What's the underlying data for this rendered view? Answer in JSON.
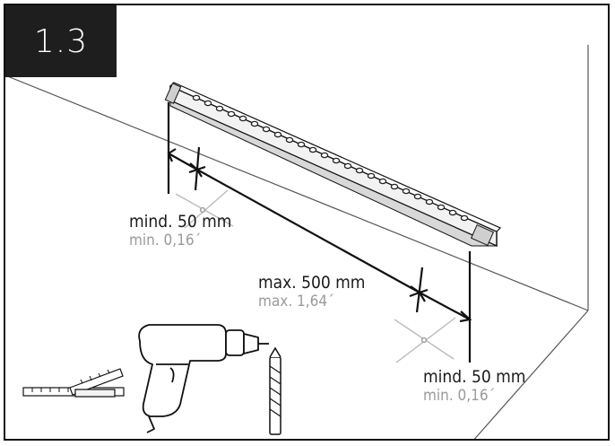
{
  "step": {
    "number": "1.3"
  },
  "dimensions": {
    "left_min": {
      "mm": "mind. 50 mm",
      "inch": "min. 0,16´"
    },
    "spacing_max": {
      "mm": "max. 500 mm",
      "inch": "max. 1,64´"
    },
    "right_min": {
      "mm": "mind. 50 mm",
      "inch": "min. 0,16´"
    }
  },
  "icons": {
    "light_bar": "led-light-bar-icon",
    "drill": "power-drill-icon",
    "drill_bit": "drill-bit-icon",
    "ruler": "folding-ruler-icon",
    "drill_mark": "drill-mark-cross-icon"
  },
  "colors": {
    "badge": "#1e1e1e",
    "line": "#111111",
    "secondary_text": "#9a9a9a"
  }
}
